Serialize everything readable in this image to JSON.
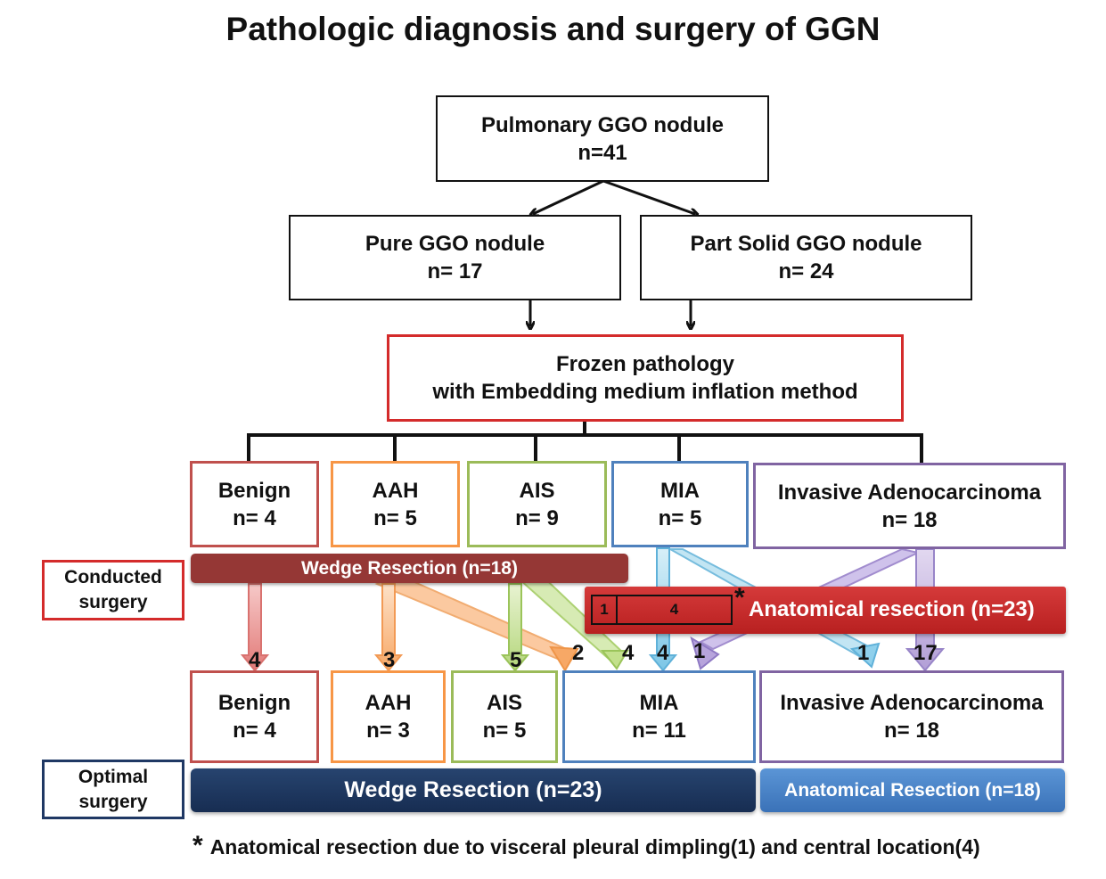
{
  "title": "Pathologic diagnosis and surgery of GGN",
  "root": {
    "line1": "Pulmonary GGO nodule",
    "line2": "n=41"
  },
  "pure": {
    "line1": "Pure GGO nodule",
    "line2": "n= 17"
  },
  "part": {
    "line1": "Part Solid GGO nodule",
    "line2": "n= 24"
  },
  "frozen": {
    "line1": "Frozen pathology",
    "line2": "with Embedding  medium inflation method"
  },
  "frozen_results": [
    {
      "name": "Benign",
      "n": "n= 4"
    },
    {
      "name": "AAH",
      "n": "n= 5"
    },
    {
      "name": "AIS",
      "n": "n= 9"
    },
    {
      "name": "MIA",
      "n": "n= 5"
    },
    {
      "name": "Invasive Adenocarcinoma",
      "n": "n= 18"
    }
  ],
  "final_results": [
    {
      "name": "Benign",
      "n": "n= 4"
    },
    {
      "name": "AAH",
      "n": "n= 3"
    },
    {
      "name": "AIS",
      "n": "n= 5"
    },
    {
      "name": "MIA",
      "n": "n= 11"
    },
    {
      "name": "Invasive Adenocarcinoma",
      "n": "n= 18"
    }
  ],
  "conducted_label": {
    "line1": "Conducted",
    "line2": "surgery"
  },
  "optimal_label": {
    "line1": "Optimal",
    "line2": "surgery"
  },
  "wedge_conducted": "Wedge Resection  (n=18)",
  "anatomical_conducted": "Anatomical resection (n=23)",
  "anatomical_star": "*",
  "anatomical_split": [
    "1",
    "4"
  ],
  "wedge_optimal": "Wedge Resection (n=23)",
  "anatomical_optimal": "Anatomical  Resection  (n=18)",
  "flow_counts": {
    "benign": "4",
    "aah": "3",
    "ais": "5",
    "aah_to_mia": "2",
    "ais_to_mia": "4",
    "mia_to_mia": "4",
    "inv_to_mia": "1",
    "mia_to_inv": "1",
    "inv_to_inv": "17"
  },
  "footnote": {
    "star": "*",
    "text": "Anatomical resection due to visceral pleural dimpling(1) and central location(4)"
  },
  "colors": {
    "red": "#d42b2b",
    "benign": "#c0504d",
    "aah": "#f79646",
    "ais": "#9bbb59",
    "mia": "#4f81bd",
    "invasive": "#8064a2",
    "wedge_dark_red": "#953735",
    "navy": "#1f3864",
    "blue": "#4a86c8"
  }
}
